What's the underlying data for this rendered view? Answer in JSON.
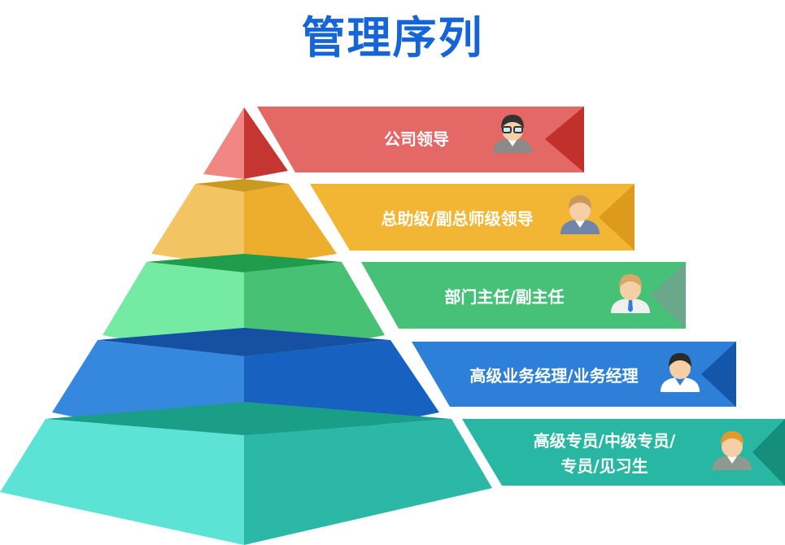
{
  "title": "管理序列",
  "levels": [
    {
      "lines": [
        "公司领导"
      ],
      "color": "#e06a67",
      "tail": "#c23a35",
      "icon": "glasses-man-avatar-icon"
    },
    {
      "lines": [
        "总助级/副总师级领导"
      ],
      "color": "#f0b437",
      "tail": "#d9981f",
      "icon": "man-avatar-icon"
    },
    {
      "lines": [
        "部门主任/副主任"
      ],
      "color": "#46c177",
      "tail": "#6aa98a",
      "icon": "man-avatar-icon"
    },
    {
      "lines": [
        "高级业务经理/业务经理"
      ],
      "color": "#2f7fd6",
      "tail": "#1555a8",
      "icon": "man-avatar-icon"
    },
    {
      "lines": [
        "高级专员/中级专员/",
        "专员/见习生"
      ],
      "color": "#2ab5a1",
      "tail": "#17917c",
      "icon": "man-avatar-icon"
    }
  ]
}
